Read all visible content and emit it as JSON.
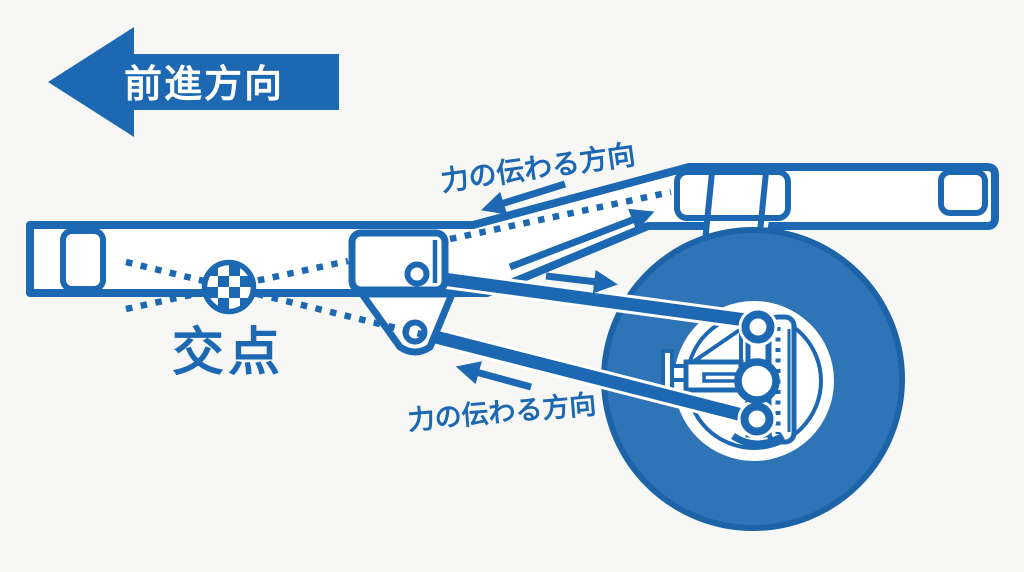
{
  "diagram": {
    "type": "rear-suspension-geometry-diagram",
    "banner": {
      "label": "前進方向"
    },
    "labels": {
      "force_direction_top": "力の伝わる方向",
      "force_direction_bottom": "力の伝わる方向",
      "intersection_point": "交点"
    },
    "colors": {
      "primary_blue": "#1d68b2",
      "tire_fill": "#2e74b6",
      "tire_outline": "#1c63a8",
      "background": "#f7f8f5",
      "banner_text": "#ffffff"
    }
  }
}
